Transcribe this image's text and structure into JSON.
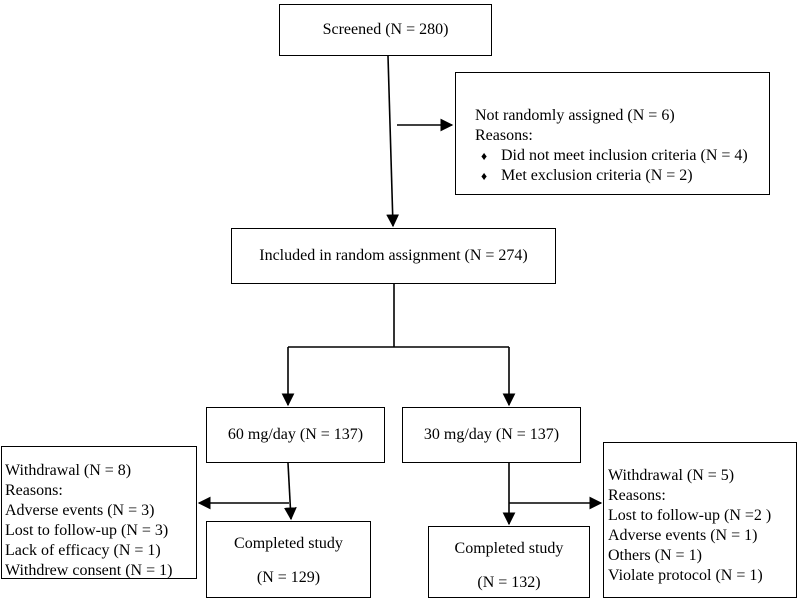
{
  "screened": "Screened (N = 280)",
  "not_assigned": {
    "title": "Not randomly assigned (N = 6)",
    "reasons_label": "Reasons:",
    "bullet_glyph": "♦",
    "items": [
      "Did not meet inclusion criteria (N = 4)",
      "Met exclusion criteria (N = 2)"
    ]
  },
  "included": "Included in random assignment (N = 274)",
  "arm_60": {
    "label": "60 mg/day (N = 137)",
    "completed_label": "Completed study",
    "completed_n": "(N = 129)",
    "withdrawal": {
      "title": "Withdrawal (N = 8)",
      "reasons_label": "Reasons:",
      "items": [
        "Adverse events (N = 3)",
        "Lost to follow-up (N = 3)",
        "Lack of efficacy (N = 1)",
        "Withdrew consent (N = 1)"
      ]
    }
  },
  "arm_30": {
    "label": "30 mg/day (N = 137)",
    "completed_label": "Completed study",
    "completed_n": "(N = 132)",
    "withdrawal": {
      "title": "Withdrawal (N = 5)",
      "reasons_label": "Reasons:",
      "items": [
        "Lost to follow-up (N =2 )",
        "Adverse events (N = 1)",
        "Others (N = 1)",
        "Violate protocol (N = 1)"
      ]
    }
  }
}
